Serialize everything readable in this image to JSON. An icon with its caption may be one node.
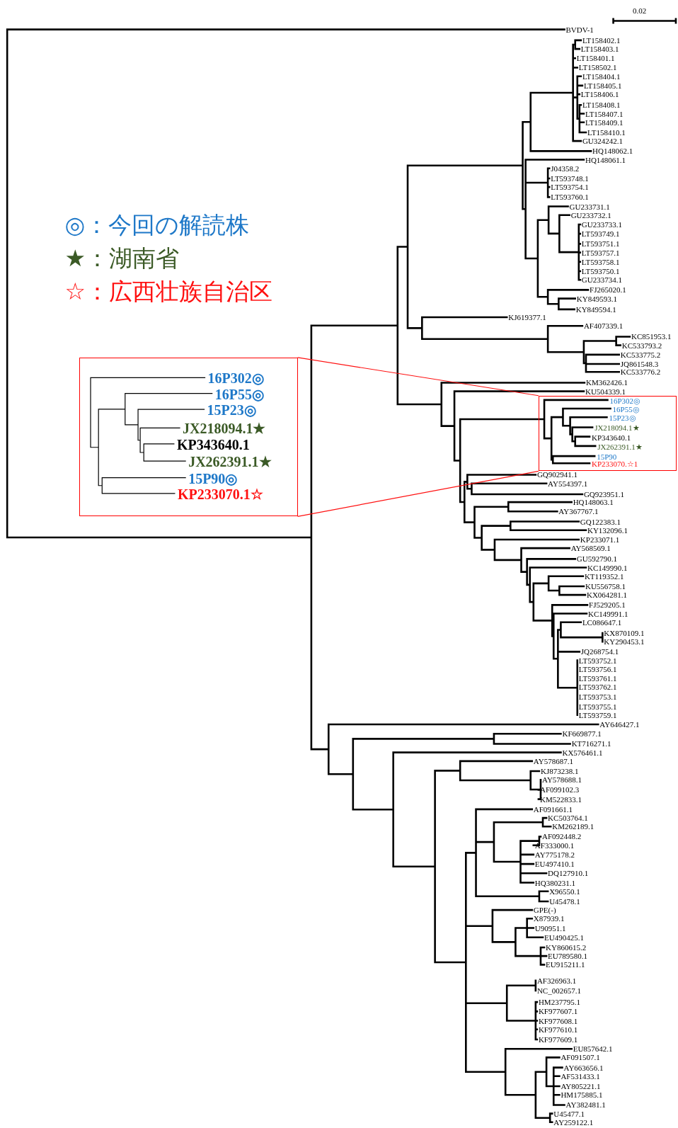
{
  "diagram": {
    "nodes": [
      {
        "text": [
          "16P302◎",
          "16P55◎",
          "15P23◎",
          "JX218094.1★",
          "KP343640.1",
          "JX262391.1★",
          "15P90◎",
          "KP233070.1☆"
        ]
      },
      {
        "text": [
          "16P302◎",
          "16P55◎",
          "15P23◎",
          "JX218094.1★",
          "KP343640.1",
          "JX262391.1★",
          "15P90",
          "KP233070.☆1"
        ]
      }
    ],
    "edges": [
      {
        "from": 0,
        "to": 1,
        "arrow": "none"
      },
      {
        "from": 0,
        "to": 1,
        "arrow": "none"
      }
    ],
    "labels": [
      "0.02",
      "◎：今回の解読株",
      "★：湖南省",
      "☆：広西壮族自治区",
      "BVDV-1",
      "LT158402.1",
      "LT158403.1",
      "LT158401.1",
      "LT158502.1",
      "LT158404.1",
      "LT158405.1",
      "LT158406.1",
      "LT158408.1",
      "LT158407.1",
      "LT158409.1",
      "LT158410.1",
      "GU324242.1",
      "HQ148062.1",
      "HQ148061.1",
      "J04358.2",
      "LT593748.1",
      "LT593754.1",
      "LT593760.1",
      "GU233731.1",
      "GU233732.1",
      "GU233733.1",
      "LT593749.1",
      "LT593751.1",
      "LT593757.1",
      "LT593758.1",
      "LT593750.1",
      "GU233734.1",
      "FJ265020.1",
      "KY849593.1",
      "KY849594.1",
      "KJ619377.1",
      "AF407339.1",
      "KC851953.1",
      "KC533793.2",
      "KC533775.2",
      "JQ861548.3",
      "KC533776.2",
      "KM362426.1",
      "KU504339.1",
      "GQ902941.1",
      "AY554397.1",
      "GQ923951.1",
      "HQ148063.1",
      "AY367767.1",
      "GQ122383.1",
      "KY132096.1",
      "KP233071.1",
      "AY568569.1",
      "GU592790.1",
      "KC149990.1",
      "KT119352.1",
      "KU556758.1",
      "KX064281.1",
      "FJ529205.1",
      "KC149991.1",
      "LC086647.1",
      "KX870109.1",
      "KY290453.1",
      "JQ268754.1",
      "LT593752.1",
      "LT593756.1",
      "LT593761.1",
      "LT593762.1",
      "LT593753.1",
      "LT593755.1",
      "LT593759.1",
      "AY646427.1",
      "KF669877.1",
      "KT716271.1",
      "KX576461.1",
      "AY578687.1",
      "KJ873238.1",
      "AY578688.1",
      "AF099102.3",
      "KM522833.1",
      "AF091661.1",
      "KC503764.1",
      "KM262189.1",
      "AF092448.2",
      "AF333000.1",
      "AY775178.2",
      "EU497410.1",
      "DQ127910.1",
      "HQ380231.1",
      "X96550.1",
      "U45478.1",
      "GPE(-)",
      "X87939.1",
      "U90951.1",
      "EU490425.1",
      "KY860615.2",
      "EU789580.1",
      "EU915211.1",
      "AF326963.1",
      "NC_002657.1",
      "HM237795.1",
      "KF977607.1",
      "KF977608.1",
      "KF977610.1",
      "KF977609.1",
      "EU857642.1",
      "AF091507.1",
      "AY663656.1",
      "AF531433.1",
      "AY805221.1",
      "HM175885.1",
      "AY382481.1",
      "U45477.1",
      "AY259122.1"
    ]
  }
}
